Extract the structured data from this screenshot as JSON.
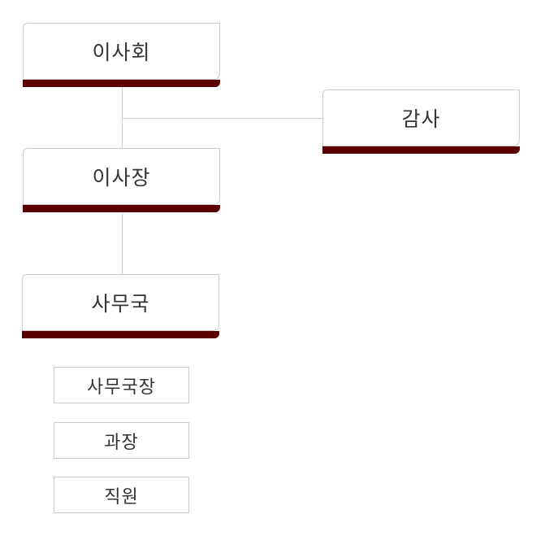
{
  "nodes": {
    "board": "이사회",
    "auditor": "감사",
    "chairman": "이사장",
    "secretariat": "사무국"
  },
  "staff": [
    "사무국장",
    "과장",
    "직원"
  ],
  "colors": {
    "accent_bar": "#5a0000",
    "border": "#cccccc",
    "connector": "#cfcfcf",
    "text": "#333333"
  }
}
